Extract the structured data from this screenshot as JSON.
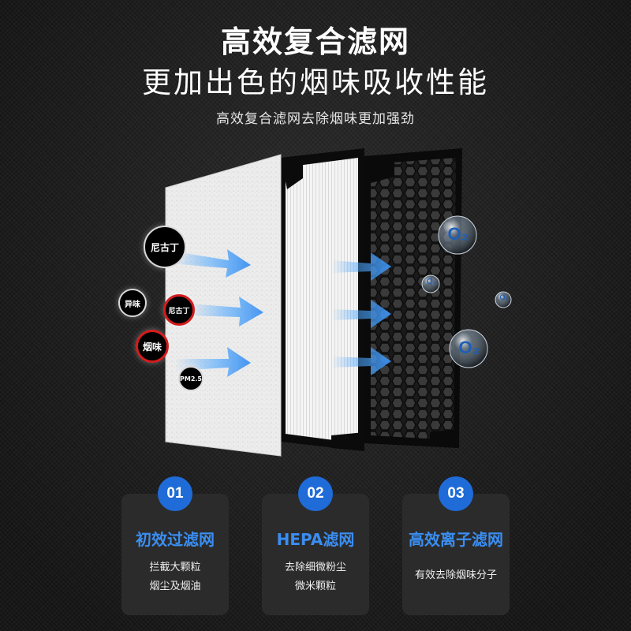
{
  "header": {
    "title_line1": "高效复合滤网",
    "title_line2": "更加出色的烟味吸收性能",
    "subtitle": "高效复合滤网去除烟味更加强劲"
  },
  "particles": {
    "nicotine_large": "尼古丁",
    "odor": "异味",
    "nicotine_small": "尼古丁",
    "smoke": "烟味",
    "pm25": "PM2.5"
  },
  "oxygen_label": "O₂",
  "colors": {
    "accent_blue": "#1f6bd8",
    "title_blue": "#3a8ef2",
    "ring_red": "#d41c1c"
  },
  "features": [
    {
      "number": "01",
      "title": "初效过滤网",
      "desc_line1": "拦截大颗粒",
      "desc_line2": "烟尘及烟油"
    },
    {
      "number": "02",
      "title": "HEPA滤网",
      "desc_line1": "去除细微粉尘",
      "desc_line2": "微米颗粒"
    },
    {
      "number": "03",
      "title": "高效离子滤网",
      "desc_line1": "有效去除烟味分子",
      "desc_line2": ""
    }
  ]
}
